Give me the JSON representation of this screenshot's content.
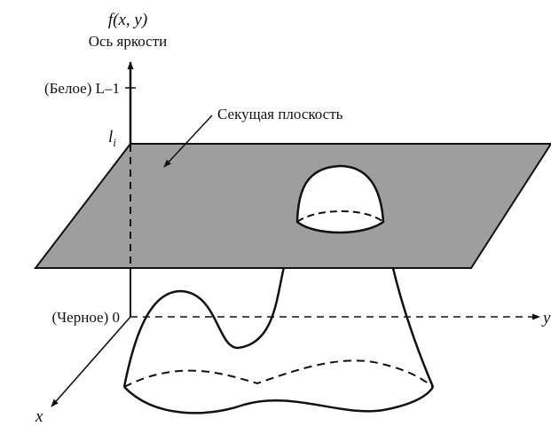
{
  "labels": {
    "z_axis_function": "f(x, y)",
    "z_axis_name": "Ось яркости",
    "white_level": "(Белое) L–1",
    "slice_level": "l",
    "slice_level_sub": "i",
    "slicing_plane": "Секущая плоскость",
    "black_level": "(Черное) 0",
    "x_axis": "x",
    "y_axis": "y"
  },
  "colors": {
    "plane_fill": "#9e9e9e",
    "stroke": "#111111",
    "background": "#ffffff"
  }
}
